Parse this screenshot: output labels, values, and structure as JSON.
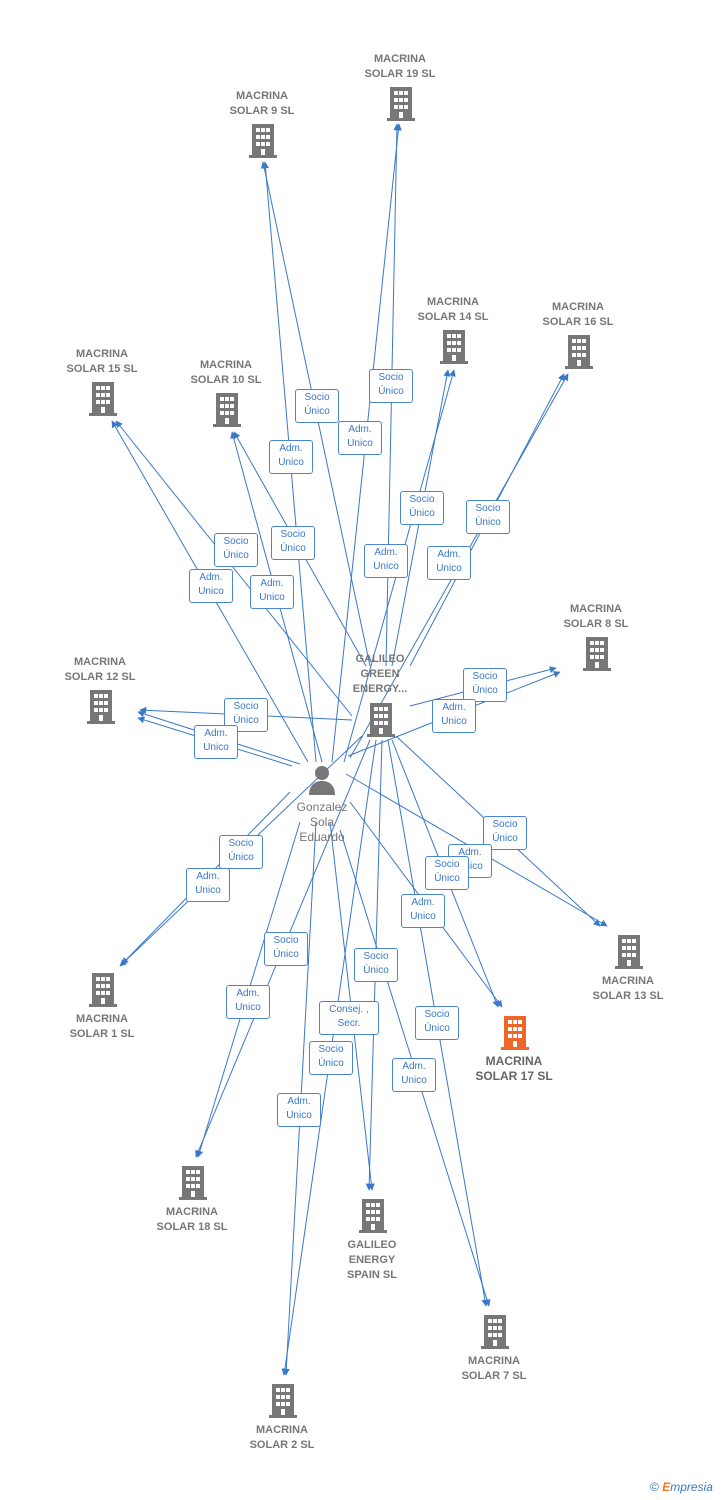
{
  "center": {
    "label": "Gonzalez\nSola\nEduardo"
  },
  "company_color": "#777777",
  "highlight_color": "#f0652a",
  "edge_color": "#3a78c8",
  "nodes": {
    "gge": {
      "label": "GALILEO\nGREEN\nENERGY..."
    },
    "s19": {
      "label": "MACRINA\nSOLAR 19  SL"
    },
    "s9": {
      "label": "MACRINA\nSOLAR 9  SL"
    },
    "s14": {
      "label": "MACRINA\nSOLAR 14  SL"
    },
    "s16": {
      "label": "MACRINA\nSOLAR 16  SL"
    },
    "s15": {
      "label": "MACRINA\nSOLAR 15  SL"
    },
    "s10": {
      "label": "MACRINA\nSOLAR 10  SL"
    },
    "s8": {
      "label": "MACRINA\nSOLAR 8  SL"
    },
    "s12": {
      "label": "MACRINA\nSOLAR 12  SL"
    },
    "s13": {
      "label": "MACRINA\nSOLAR 13  SL"
    },
    "s17": {
      "label": "MACRINA\nSOLAR 17  SL"
    },
    "s1": {
      "label": "MACRINA\nSOLAR 1  SL"
    },
    "s18": {
      "label": "MACRINA\nSOLAR 18  SL"
    },
    "ges": {
      "label": "GALILEO\nENERGY\nSPAIN  SL"
    },
    "s7": {
      "label": "MACRINA\nSOLAR 7  SL"
    },
    "s2": {
      "label": "MACRINA\nSOLAR 2  SL"
    }
  },
  "edge_labels": {
    "socio_unico": "Socio\nÚnico",
    "adm_unico": "Adm.\nUnico",
    "consej_secr": "Consej. ,\nSecr."
  },
  "footer": {
    "copyright": "©",
    "brand_e": "E",
    "brand_rest": "mpresia"
  }
}
